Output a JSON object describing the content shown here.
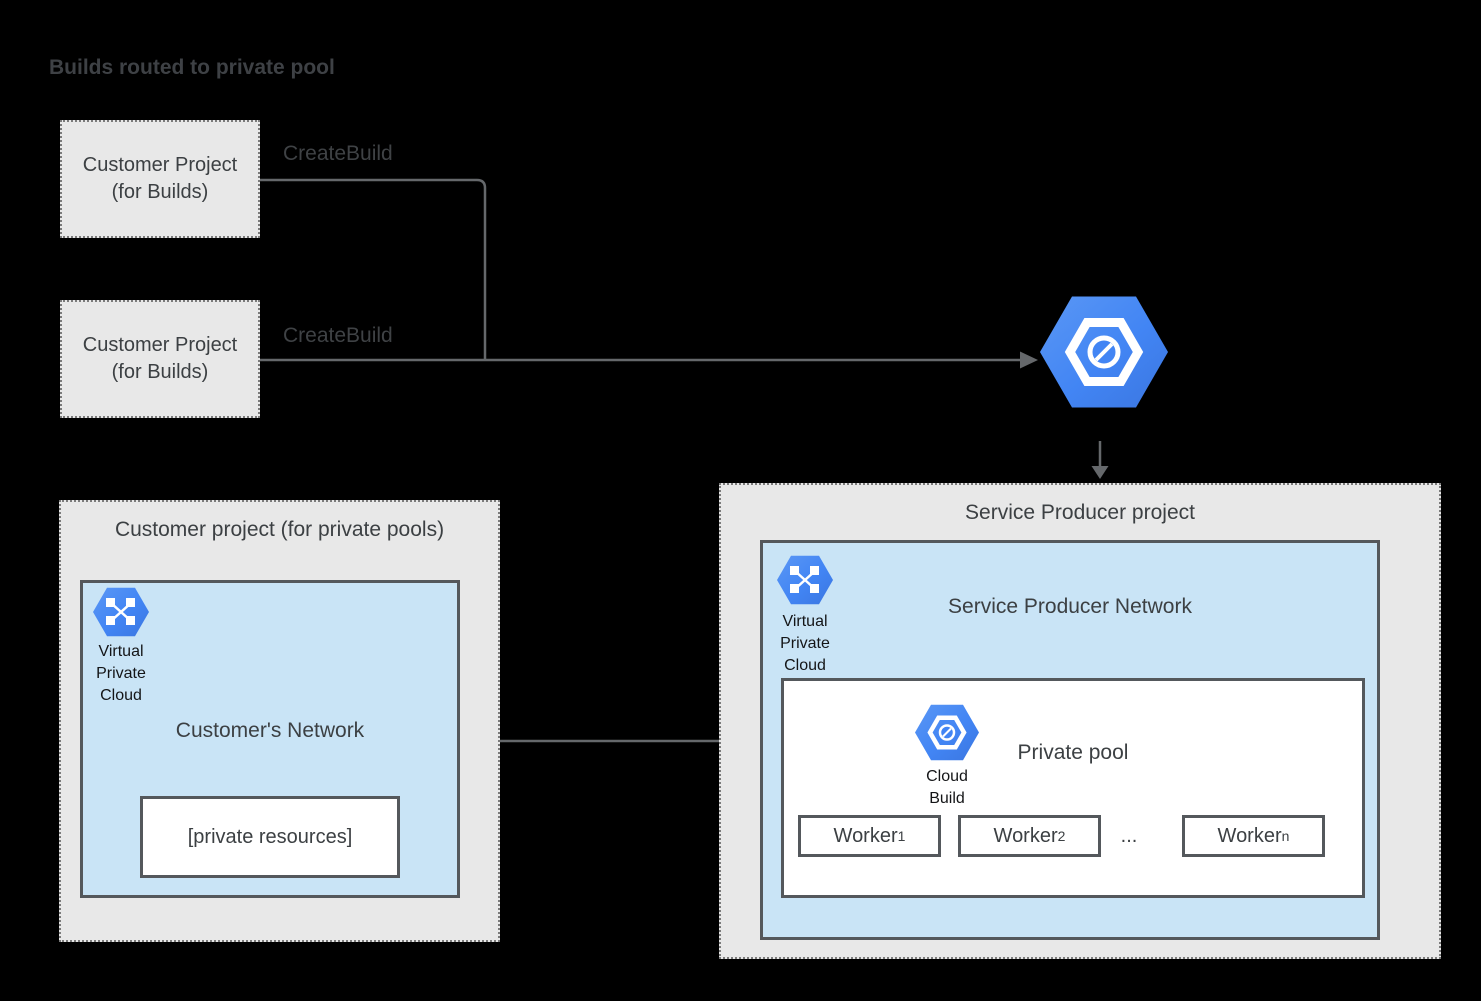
{
  "page": {
    "title": "Builds routed to private pool"
  },
  "colors": {
    "project_fill": "#e8e8e8",
    "network_fill": "#c9e4f6",
    "solid_border": "#54585c",
    "connector": "#65686b",
    "hex_blue": "#4285f4"
  },
  "build_project_boxes": [
    {
      "line1": "Customer Project",
      "line2": "(for Builds)"
    },
    {
      "line1": "Customer Project",
      "line2": "(for Builds)"
    }
  ],
  "create_build_labels": [
    "CreateBuild",
    "CreateBuild"
  ],
  "icons": {
    "cloud_build_large": "cloud-build-icon",
    "cloud_build_small": "cloud-build-icon",
    "vpc_left": "virtual-private-cloud-icon",
    "vpc_right": "virtual-private-cloud-icon"
  },
  "customer_pool_project": {
    "title": "Customer project (for private pools)",
    "network_label": "Customer's Network",
    "vpc_caption": [
      "Virtual",
      "Private",
      "Cloud"
    ],
    "resources_label": "[private resources]"
  },
  "service_producer_project": {
    "title": "Service Producer project",
    "network_label": "Service Producer Network",
    "vpc_caption": [
      "Virtual",
      "Private",
      "Cloud"
    ],
    "private_pool": {
      "label": "Private pool",
      "cloud_build_caption": [
        "Cloud",
        "Build"
      ],
      "workers": [
        {
          "base": "Worker",
          "sub": "1"
        },
        {
          "base": "Worker",
          "sub": "2"
        },
        {
          "base": "Worker",
          "sub": "n"
        }
      ],
      "ellipsis": "..."
    }
  }
}
